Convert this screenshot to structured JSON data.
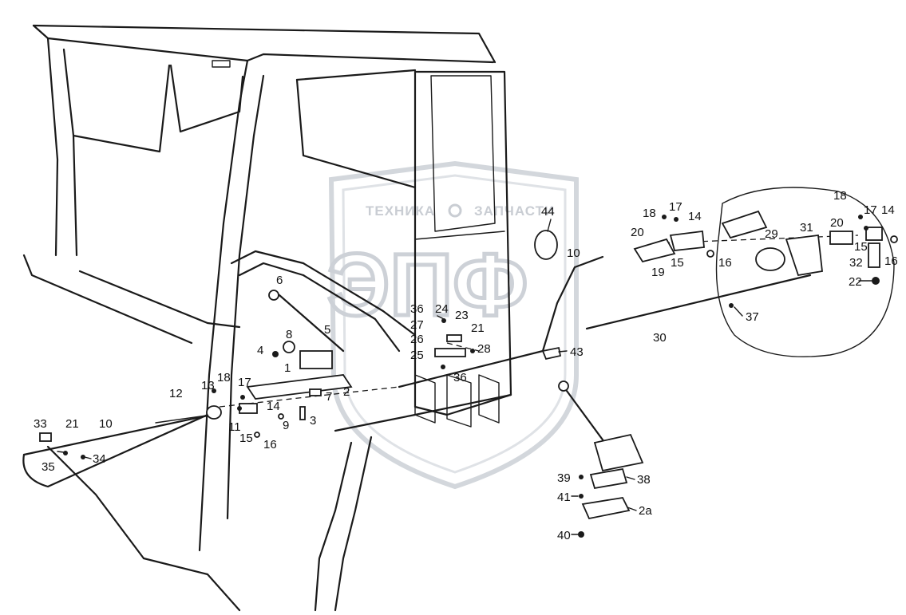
{
  "watermark": {
    "line1_left": "ТЕХНИКА",
    "line1_right": "ЗАПЧАСТИ",
    "monogram": "ЭПФ"
  },
  "labels": {
    "l_44": "44",
    "l_10a": "10",
    "l_18a": "18",
    "l_17a": "17",
    "l_14a": "14",
    "l_20a": "20",
    "l_19": "19",
    "l_15a": "15",
    "l_16a": "16",
    "l_29": "29",
    "l_31": "31",
    "l_18b": "18",
    "l_17b": "17",
    "l_20b": "20",
    "l_14b": "14",
    "l_15b": "15",
    "l_32": "32",
    "l_16b": "16",
    "l_22": "22",
    "l_37": "37",
    "l_30": "30",
    "l_6": "6",
    "l_5": "5",
    "l_8": "8",
    "l_4": "4",
    "l_1": "1",
    "l_2": "2",
    "l_7": "7",
    "l_13": "13",
    "l_18c": "18",
    "l_17c": "17",
    "l_14c": "14",
    "l_12": "12",
    "l_11": "11",
    "l_15c": "15",
    "l_16c": "16",
    "l_9": "9",
    "l_3": "3",
    "l_33": "33",
    "l_21a": "21",
    "l_10b": "10",
    "l_35": "35",
    "l_34": "34",
    "l_36a": "36",
    "l_24": "24",
    "l_27": "27",
    "l_23": "23",
    "l_26": "26",
    "l_21b": "21",
    "l_25": "25",
    "l_28": "28",
    "l_36b": "36",
    "l_43": "43",
    "l_39": "39",
    "l_38": "38",
    "l_41": "41",
    "l_2a": "2a",
    "l_40": "40"
  }
}
